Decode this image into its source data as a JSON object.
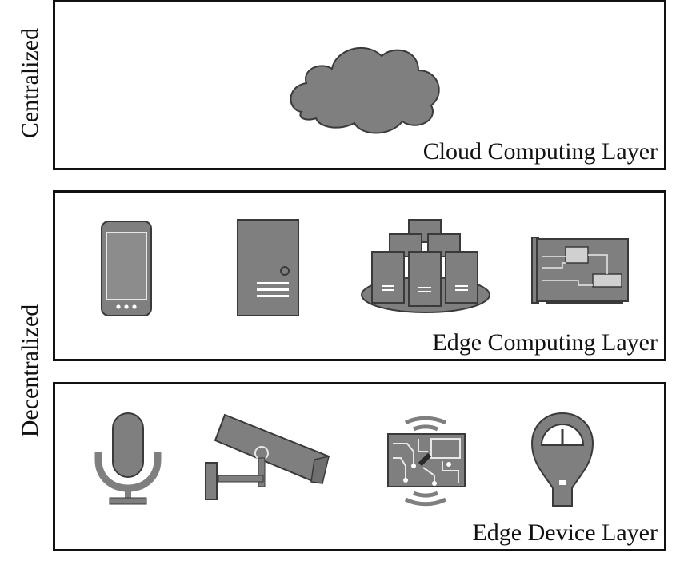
{
  "side_labels": {
    "centralized": "Centralized",
    "decentralized": "Decentralized"
  },
  "layers": {
    "cloud": {
      "title": "Cloud Computing Layer",
      "icons": [
        "cloud-icon"
      ]
    },
    "edge_computing": {
      "title": "Edge Computing Layer",
      "icons": [
        "smartphone-icon",
        "server-tower-icon",
        "server-cluster-icon",
        "circuit-board-icon"
      ]
    },
    "edge_device": {
      "title": "Edge Device Layer",
      "icons": [
        "microphone-icon",
        "security-camera-icon",
        "wireless-sensor-board-icon",
        "parking-meter-icon"
      ]
    }
  },
  "colors": {
    "icon_fill": "#7f7f7f",
    "icon_stroke": "#3a3a3a",
    "border": "#111111",
    "background": "#ffffff"
  }
}
